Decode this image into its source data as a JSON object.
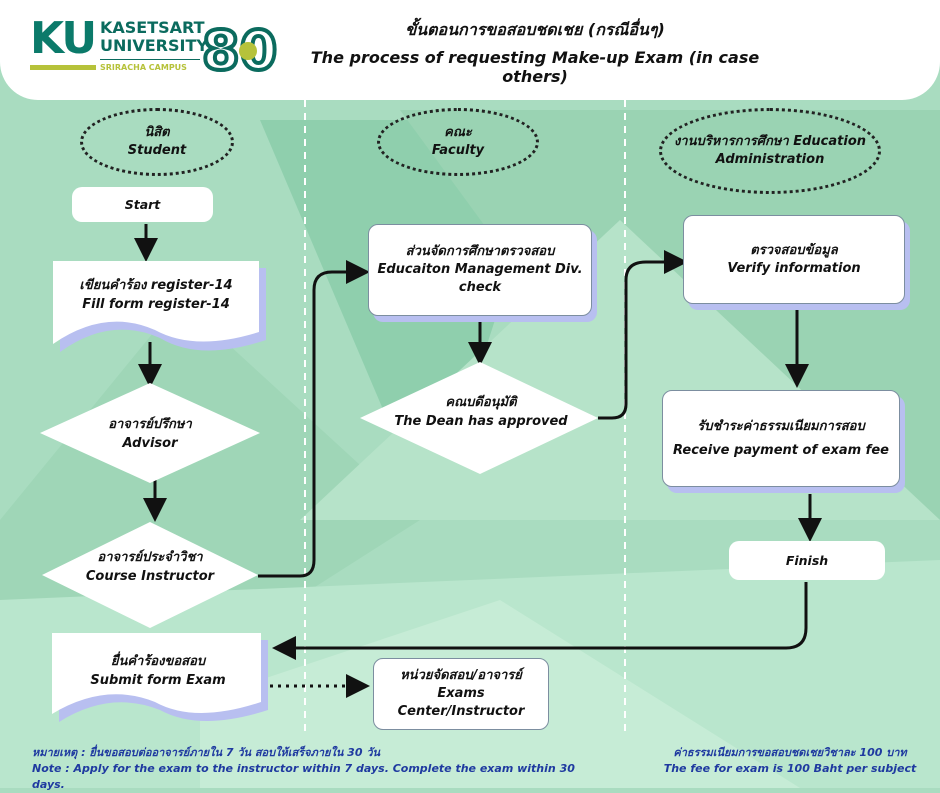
{
  "header": {
    "logo": {
      "mark": "KU",
      "university_line1": "KASETSART",
      "university_line2": "UNIVERSITY",
      "campus": "SRIRACHA CAMPUS",
      "anniversary": "80"
    },
    "title_th": "ขั้นตอนการขอสอบชดเชย (กรณีอื่นๆ)",
    "title_en": "The process of requesting Make-up Exam (in case others)"
  },
  "lanes": {
    "student": {
      "th": "นิสิต",
      "en": "Student"
    },
    "faculty": {
      "th": "คณะ",
      "en": "Faculty"
    },
    "admin": {
      "th": "งานบริหารการศึกษา Education",
      "en": "Administration"
    }
  },
  "nodes": {
    "start": "Start",
    "fill_form": {
      "th": "เขียนคำร้อง register-14",
      "en": "Fill form register-14"
    },
    "advisor": {
      "th": "อาจารย์ปรึกษา",
      "en": "Advisor"
    },
    "instructor": {
      "th": "อาจารย์ประจำวิชา",
      "en": "Course Instructor"
    },
    "submit": {
      "th": "ยื่นคำร้องขอสอบ",
      "en": "Submit form  Exam"
    },
    "exam_center": {
      "th": "หน่วยจัดสอบ/อาจารย์",
      "en": "Exams Center/Instructor"
    },
    "edu_check": {
      "th": "ส่วนจัดการศึกษาตรวจสอบ",
      "en1": "Educaiton Management Div.",
      "en2": "check"
    },
    "dean": {
      "th": "คณบดีอนุมัติ",
      "en": "The Dean has approved"
    },
    "verify": {
      "th": "ตรวจสอบข้อมูล",
      "en": "Verify information"
    },
    "payment": {
      "th": "รับชำระค่าธรรมเนียมการสอบ",
      "en": "Receive payment of  exam fee"
    },
    "finish": "Finish"
  },
  "footer": {
    "note_th": "หมายเหตุ :  ยื่นขอสอบต่ออาจารย์ภายใน 7 วัน  สอบให้เสร็จภายใน 30 วัน",
    "note_en": "Note : Apply for the exam to the instructor within 7 days. Complete the exam within 30 days.",
    "fee_th": "ค่าธรรมเนียมการขอสอบชดเชยวิชาละ 100 บาท",
    "fee_en": "The fee for exam is 100 Baht per subject"
  },
  "colors": {
    "background": "#a9dcc0",
    "shadow": "#b8bff0",
    "note_text": "#1f3aa0",
    "ku_green": "#0b7a6a",
    "ku_lime": "#b6c23a"
  }
}
